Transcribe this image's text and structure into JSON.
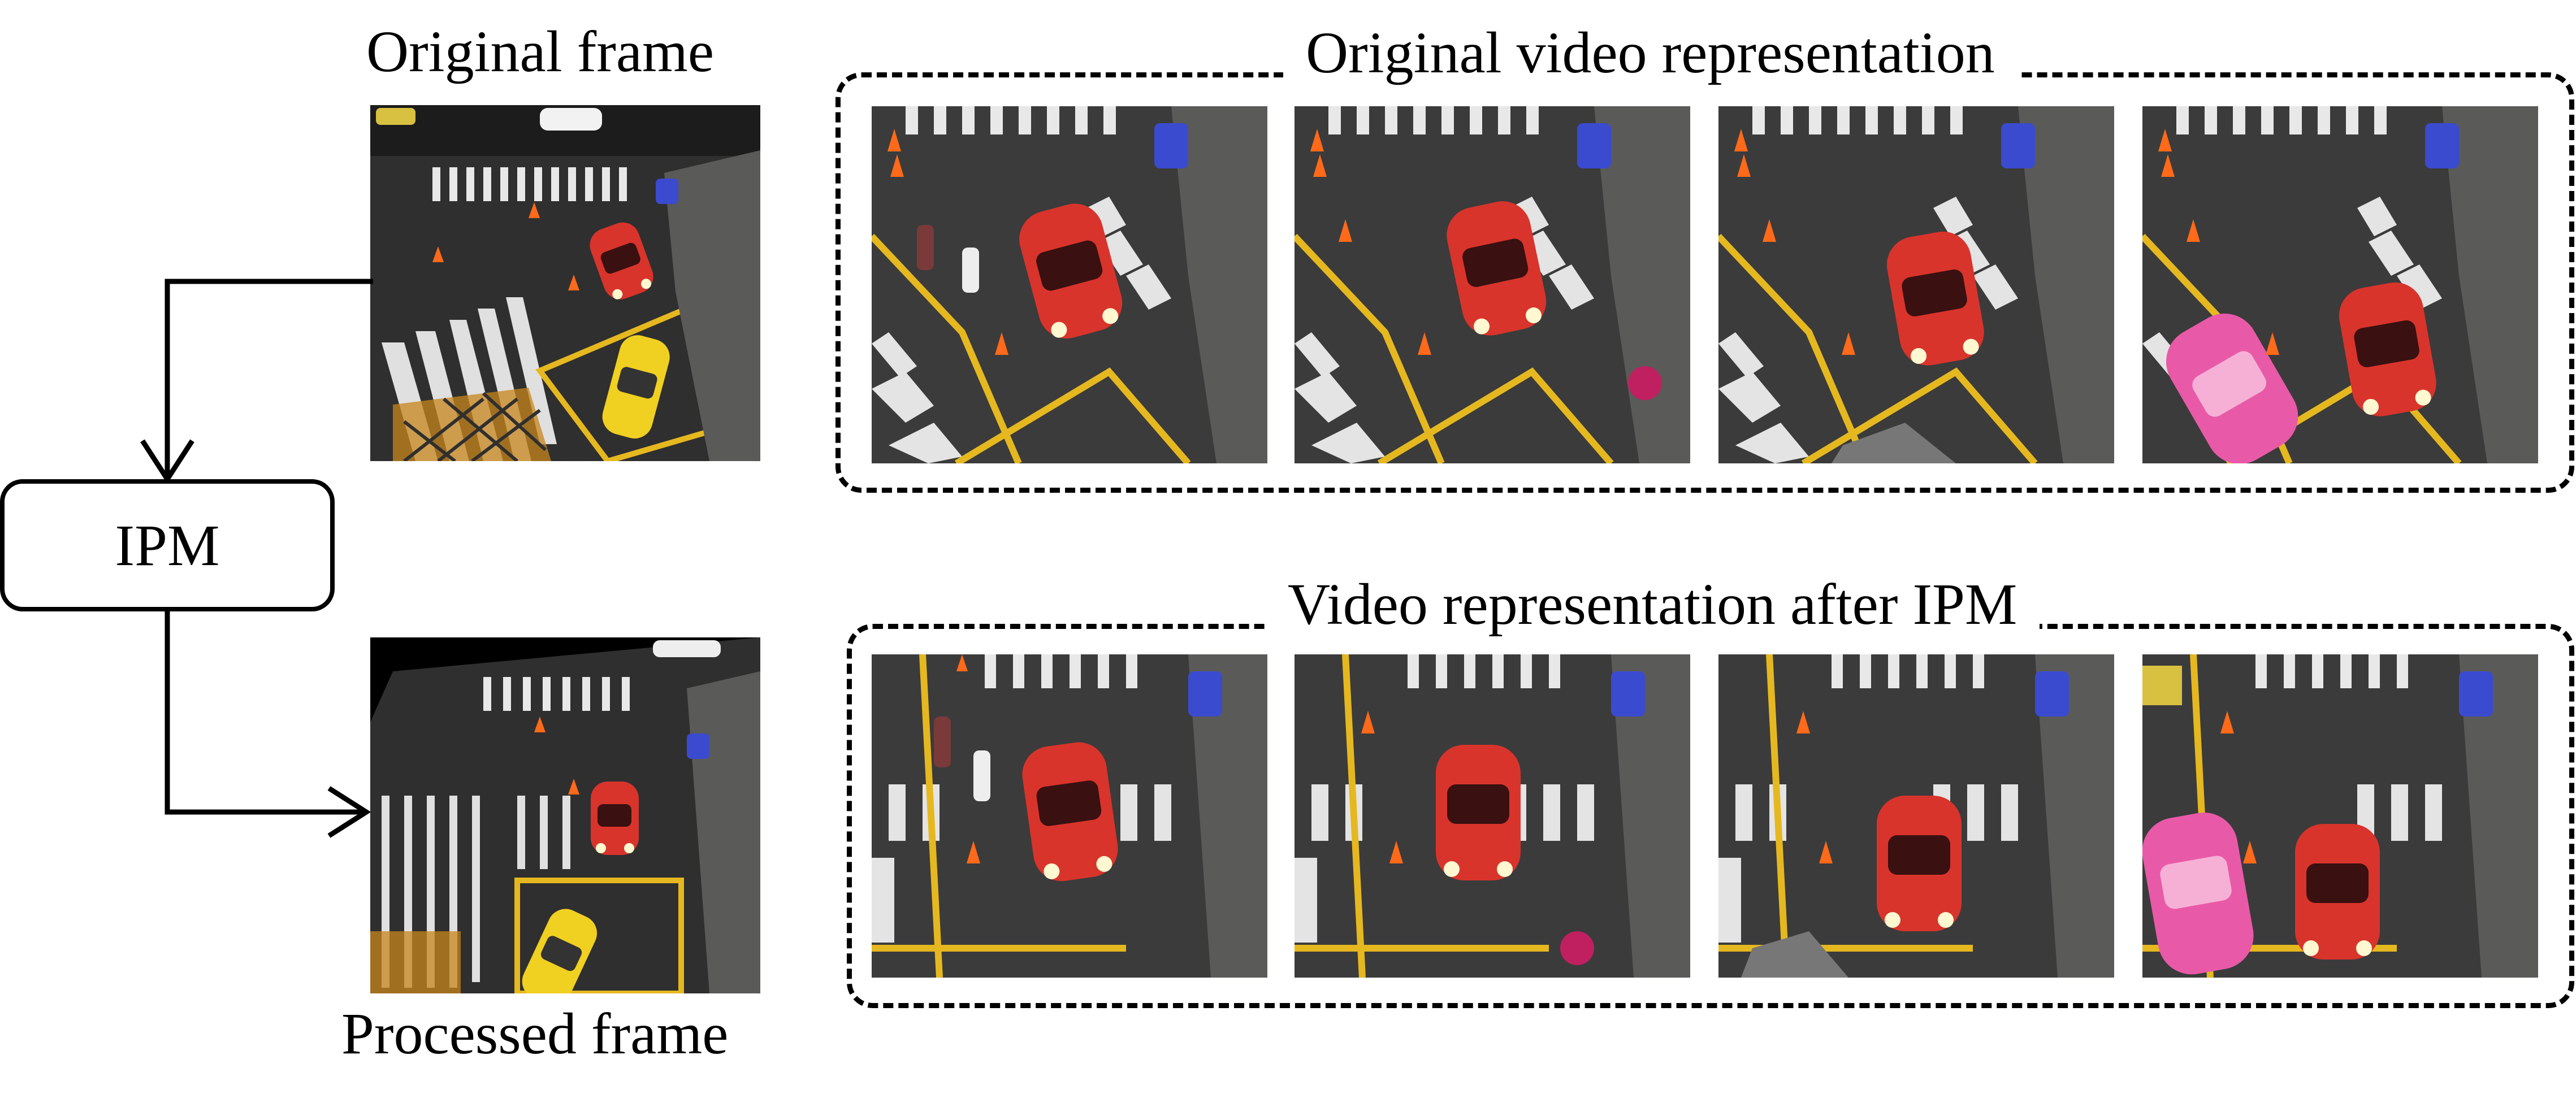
{
  "left": {
    "original_frame_label": "Original frame",
    "processed_frame_label": "Processed frame",
    "ipm_label": "IPM"
  },
  "top_group": {
    "title": "Original video representation",
    "frames": [
      {
        "car_color": "#d8342c"
      },
      {
        "car_color": "#d8342c"
      },
      {
        "car_color": "#d8342c"
      },
      {
        "car_color": "#d8342c",
        "taxi_color": "#e85aa8"
      }
    ]
  },
  "bottom_group": {
    "title": "Video representation after IPM",
    "frames": [
      {
        "car_color": "#d8342c"
      },
      {
        "car_color": "#d8342c"
      },
      {
        "car_color": "#d8342c"
      },
      {
        "car_color": "#d8342c",
        "taxi_color": "#e85aa8"
      }
    ]
  },
  "colors": {
    "road": "#3b3b3b",
    "crosswalk": "#e8e8e8",
    "yellow_lines": "#e6b820",
    "cone": "#ff6a1a",
    "tuktuk": "#3a4bd0",
    "taxi_yellow": "#f0d020"
  }
}
